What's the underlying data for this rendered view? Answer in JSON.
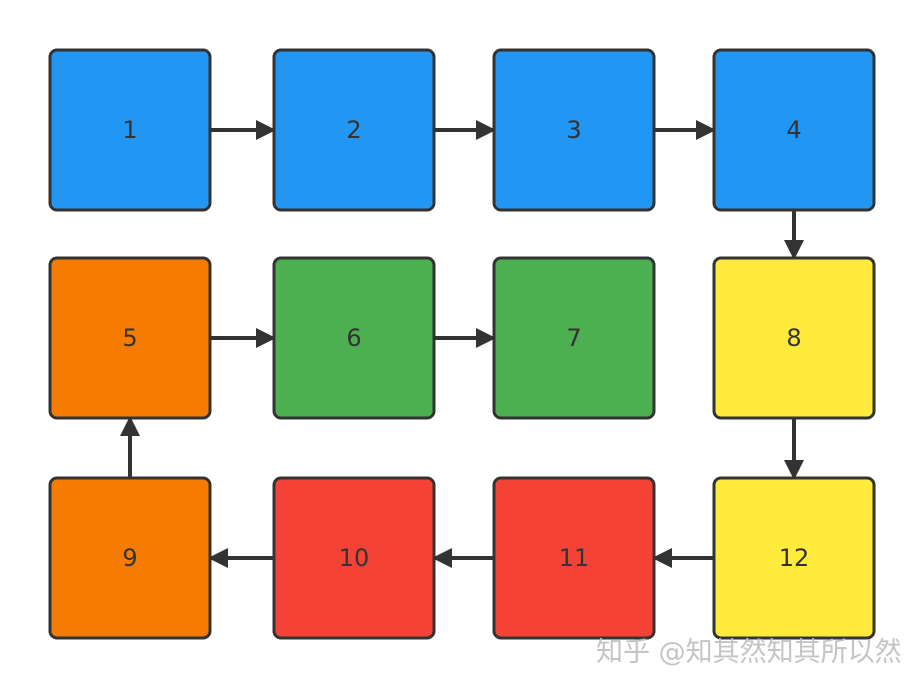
{
  "colors": {
    "blue": "#2196F3",
    "orange": "#F57C00",
    "green": "#4CAF50",
    "yellow": "#FFEB3B",
    "red": "#F44336",
    "stroke": "#333333"
  },
  "nodes": [
    {
      "label": "1",
      "color": "blue"
    },
    {
      "label": "2",
      "color": "blue"
    },
    {
      "label": "3",
      "color": "blue"
    },
    {
      "label": "4",
      "color": "blue"
    },
    {
      "label": "5",
      "color": "orange"
    },
    {
      "label": "6",
      "color": "green"
    },
    {
      "label": "7",
      "color": "green"
    },
    {
      "label": "8",
      "color": "yellow"
    },
    {
      "label": "9",
      "color": "orange"
    },
    {
      "label": "10",
      "color": "red"
    },
    {
      "label": "11",
      "color": "red"
    },
    {
      "label": "12",
      "color": "yellow"
    }
  ],
  "edges": [
    {
      "from": "1",
      "to": "2"
    },
    {
      "from": "2",
      "to": "3"
    },
    {
      "from": "3",
      "to": "4"
    },
    {
      "from": "4",
      "to": "8"
    },
    {
      "from": "8",
      "to": "12"
    },
    {
      "from": "12",
      "to": "11"
    },
    {
      "from": "11",
      "to": "10"
    },
    {
      "from": "10",
      "to": "9"
    },
    {
      "from": "9",
      "to": "5"
    },
    {
      "from": "5",
      "to": "6"
    },
    {
      "from": "6",
      "to": "7"
    }
  ],
  "watermark": "知乎 @知其然知其所以然"
}
